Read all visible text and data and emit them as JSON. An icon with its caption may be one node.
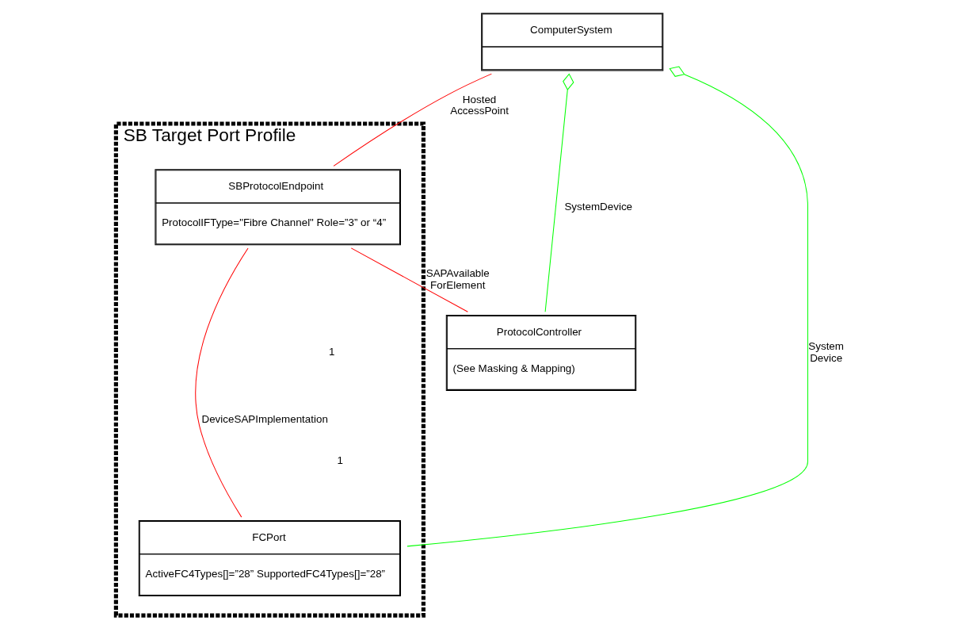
{
  "diagram": {
    "nodes": [
      {
        "text": [
          "ComputerSystem"
        ]
      },
      {
        "text": [
          "SB Target Port Profile"
        ]
      },
      {
        "text": [
          "SBProtocolEndpoint",
          "ProtocolIFType=\"Fibre Channel\" Role=”3” or “4”"
        ],
        "in": 1
      },
      {
        "text": [
          "FCPort",
          "ActiveFC4Types[]=”28” SupportedFC4Types[]=”28”"
        ],
        "in": 1
      },
      {
        "text": [
          "ProtocolController",
          "(See Masking & Mapping)"
        ]
      }
    ],
    "edges": [
      {
        "from": 0,
        "to": 3,
        "arrow": "other",
        "label": "System Device",
        "color": "#00ff00"
      },
      {
        "from": 0,
        "to": 4,
        "arrow": "other",
        "label": "SystemDevice",
        "color": "#00ff00"
      },
      {
        "from": 0,
        "to": 2,
        "arrow": "none",
        "label": "Hosted AccessPoint",
        "color": "#ff0000"
      },
      {
        "from": 2,
        "to": 4,
        "arrow": "none",
        "label": "SAPAvailable ForElement",
        "color": "#ff0000"
      },
      {
        "from": 2,
        "to": 3,
        "arrow": "none",
        "label": "DeviceSAPImplementation",
        "color": "#ff0000"
      }
    ],
    "labels": [
      "1",
      "1"
    ]
  }
}
